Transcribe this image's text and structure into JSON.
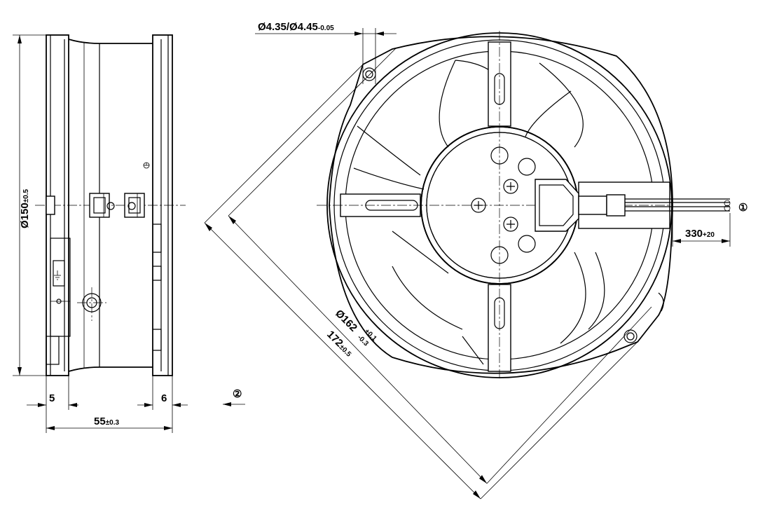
{
  "drawing": {
    "dimensions": {
      "diameter_150": "Ø150",
      "diameter_150_tol": "±0.5",
      "dim_5": "5",
      "dim_6": "6",
      "dim_55": "55",
      "dim_55_tol": "±0.3",
      "hole_dia": "Ø4.35/Ø4.45",
      "hole_dia_tol": "-0.05",
      "diameter_162": "Ø162",
      "diameter_162_tol_upper": "+0.1",
      "diameter_162_tol_lower": "-0.3",
      "dim_172": "172",
      "dim_172_tol": "±0.5",
      "lead_length": "330",
      "lead_length_tol": "+20"
    },
    "callouts": {
      "callout_1": "①",
      "callout_2": "②"
    },
    "symbols": {
      "ground_icon": "earth-ground-icon",
      "small_ground_icon": "earth-ground-icon"
    }
  }
}
